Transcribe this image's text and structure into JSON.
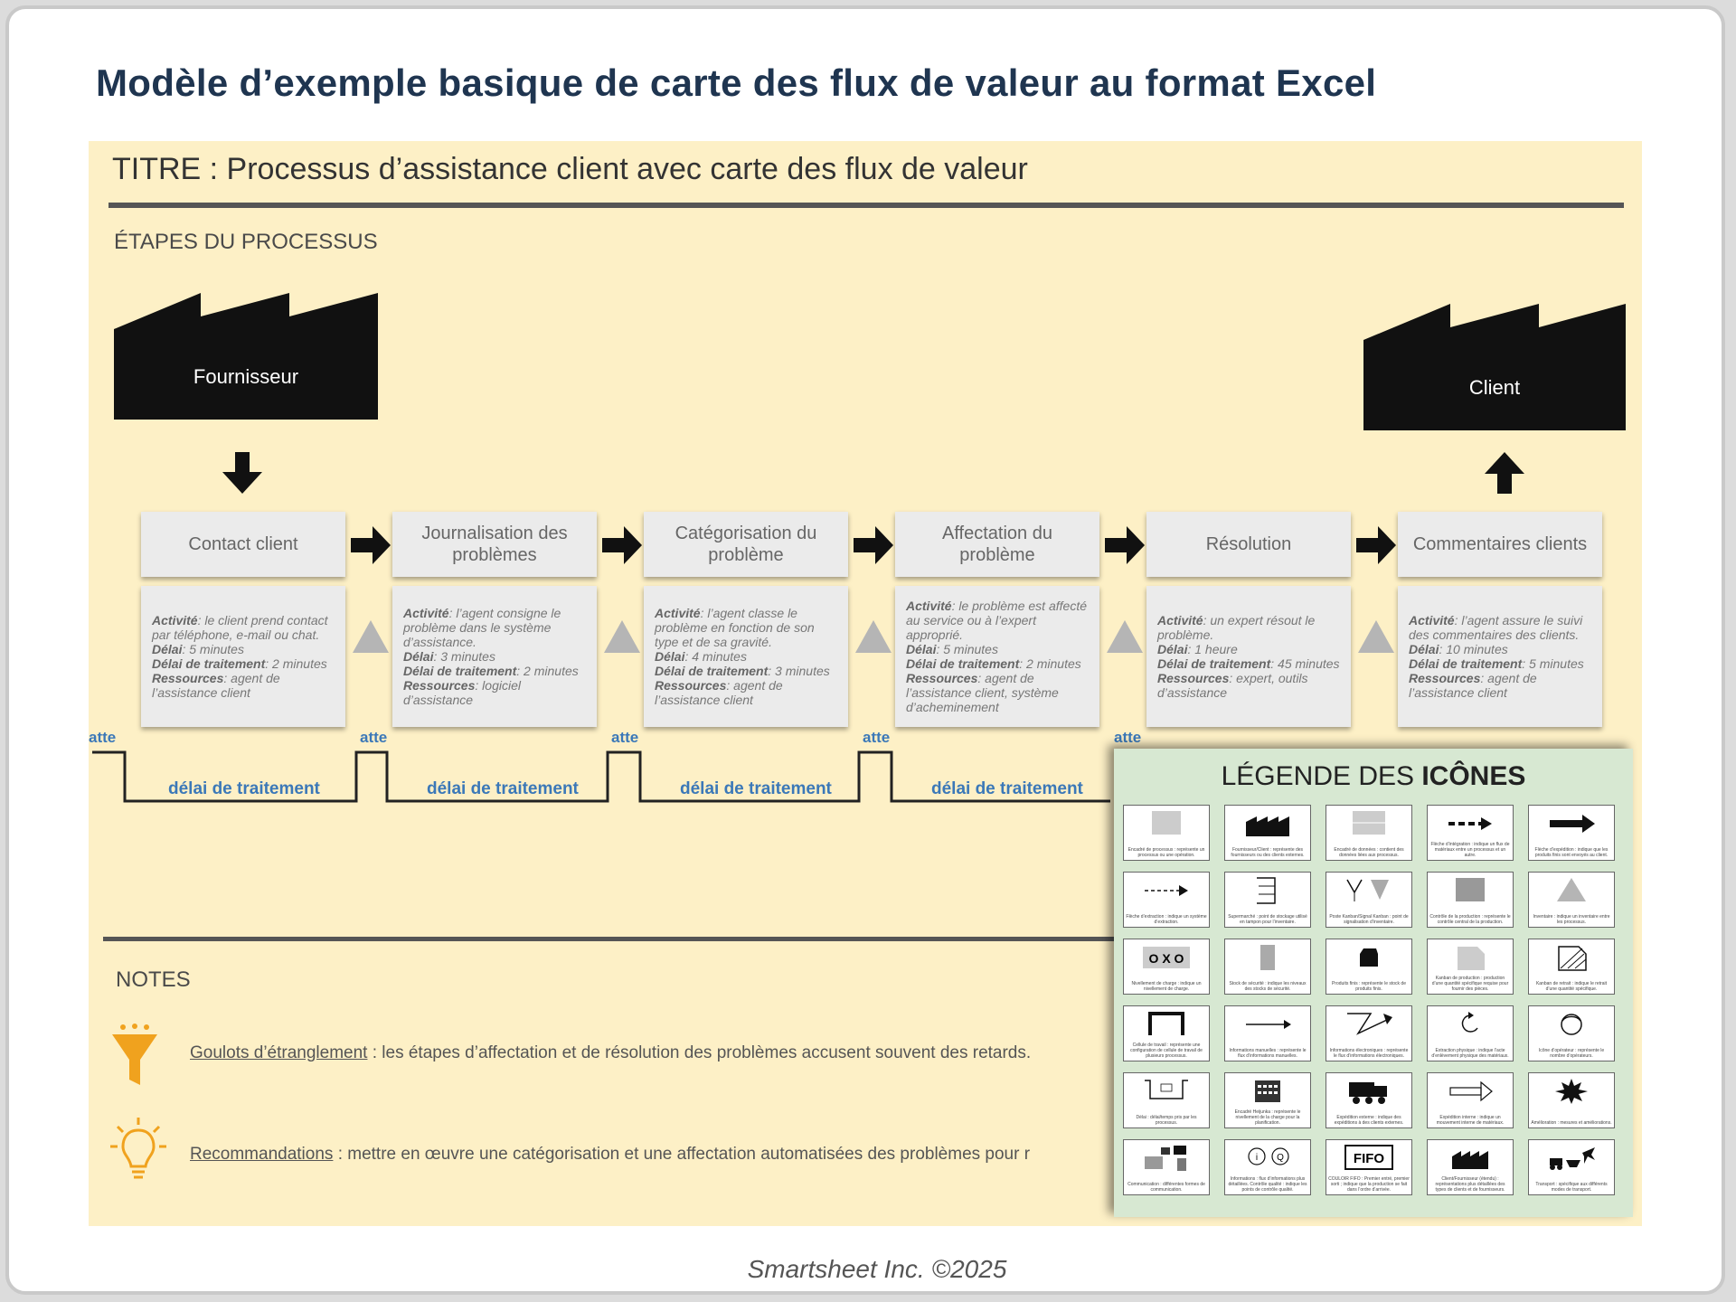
{
  "page_title": "Modèle d’exemple basique de carte des flux de valeur au format Excel",
  "panel_title": "TITRE : Processus d’assistance client avec carte des flux de valeur",
  "steps_label": "ÉTAPES DU PROCESSUS",
  "supplier": "Fournisseur",
  "customer": "Client",
  "processes": [
    {
      "name": "Contact client",
      "activity": ": le client prend contact par téléphone, e-mail ou chat.",
      "delay": ": 5 minutes",
      "processing": ": 2 minutes",
      "resources": ": agent de l’assistance client"
    },
    {
      "name": "Journalisation des problèmes",
      "activity": ": l’agent consigne le problème dans le système d’assistance.",
      "delay": ": 3 minutes",
      "processing": ": 2 minutes",
      "resources": ": logiciel d’assistance"
    },
    {
      "name": "Catégorisation du problème",
      "activity": ": l’agent classe le problème en fonction de son type et de sa gravité.",
      "delay": ": 4 minutes",
      "processing": ": 3 minutes",
      "resources": ": agent de l’assistance client"
    },
    {
      "name": "Affectation du problème",
      "activity": ": le problème est affecté au service ou à l’expert approprié.",
      "delay": ": 5 minutes",
      "processing": ": 2 minutes",
      "resources": ": agent de l’assistance client, système d’acheminement"
    },
    {
      "name": "Résolution",
      "activity": ": un expert résout le problème.",
      "delay": ": 1 heure",
      "processing": ": 45 minutes",
      "resources": ": expert, outils d’assistance"
    },
    {
      "name": "Commentaires clients",
      "activity": ": l’agent assure le suivi des commentaires des clients.",
      "delay": ": 10 minutes",
      "processing": ": 5 minutes",
      "resources": ": agent de l’assistance client"
    }
  ],
  "field_labels": {
    "activity": "Activité",
    "delay": "Délai",
    "processing": "Délai de traitement",
    "resources": "Ressources"
  },
  "timeline": {
    "wait_label": "atte",
    "processing_label": "délai de traitement"
  },
  "notes_label": "NOTES",
  "notes": [
    {
      "link": "Goulots d’étranglement",
      "text": " : les étapes d’affectation et de résolution des problèmes accusent souvent des retards."
    },
    {
      "link": "Recommandations",
      "text": " :  mettre en œuvre une catégorisation et une affectation automatisées des problèmes pour r"
    }
  ],
  "legend": {
    "title_plain": "LÉGENDE DES ",
    "title_bold": "ICÔNES",
    "items": [
      {
        "icon": "process-box-icon",
        "text": "Encadré de processus : représente un processus ou une opération."
      },
      {
        "icon": "factory-icon",
        "text": "Fournisseur/Client : représente des fournisseurs ou des clients externes."
      },
      {
        "icon": "data-box-icon",
        "text": "Encadré de données : contient des données liées aux processus."
      },
      {
        "icon": "push-arrow-icon",
        "text": "Flèche d’intégration : indique un flux de matériaux entre un processus et un autre."
      },
      {
        "icon": "shipment-arrow-icon",
        "text": "Flèche d’expédition : indique que les produits finis sont envoyés au client."
      },
      {
        "icon": "pull-arrow-icon",
        "text": "Flèche d’extraction : indique un système d’extraction."
      },
      {
        "icon": "supermarket-icon",
        "text": "Supermarché : point de stockage utilisé en tampon pour l’inventaire."
      },
      {
        "icon": "kanban-post-icon",
        "text": "Poste Kanban/Signal Kanban : point de signalisation d’inventaire."
      },
      {
        "icon": "production-control-icon",
        "text": "Contrôle de la production : représente le contrôle central de la production."
      },
      {
        "icon": "inventory-icon",
        "text": "Inventaire : indique un inventaire entre les processus."
      },
      {
        "icon": "load-leveling-icon",
        "text": "Nivellement de charge : indique un nivellement de charge."
      },
      {
        "icon": "safety-stock-icon",
        "text": "Stock de sécurité : indique les niveaux des stocks de sécurité."
      },
      {
        "icon": "finished-goods-icon",
        "text": "Produits finis : représente le stock de produits finis."
      },
      {
        "icon": "production-kanban-icon",
        "text": "Kanban de production : production d’une quantité spécifique requise pour fournir des pièces."
      },
      {
        "icon": "withdrawal-kanban-icon",
        "text": "Kanban de retrait : indique le retrait d’une quantité spécifique."
      },
      {
        "icon": "work-cell-icon",
        "text": "Cellule de travail : représente une configuration de cellule de travail de plusieurs processus."
      },
      {
        "icon": "manual-info-icon",
        "text": "Informations manuelles : représente le flux d’informations manuelles."
      },
      {
        "icon": "electronic-info-icon",
        "text": "Informations électroniques : représente le flux d’informations électroniques."
      },
      {
        "icon": "go-see-icon",
        "text": "Extraction physique : indique l’acte d’enlèvement physique des matériaux."
      },
      {
        "icon": "operator-icon",
        "text": "Icône d’opérateur : représente le nombre d’opérateurs."
      },
      {
        "icon": "timeline-icon",
        "text": "Délai : délai/temps pris par les processus."
      },
      {
        "icon": "heijunka-box-icon",
        "text": "Encadré Heijunka : représente le nivellement de la charge pour la planification."
      },
      {
        "icon": "external-shipment-icon",
        "text": "Expédition externe : indique des expéditions à des clients externes."
      },
      {
        "icon": "internal-shipment-icon",
        "text": "Expédition interne : indique un mouvement interne de matériaux."
      },
      {
        "icon": "kaizen-burst-icon",
        "text": "Amélioration : mesures et améliorations."
      },
      {
        "icon": "communication-icon",
        "text": "Communication : différentes formes de communication."
      },
      {
        "icon": "information-quality-icon",
        "text": "Informations : flux d’informations plus détaillées. Contrôle qualité : indique les points de contrôle qualité."
      },
      {
        "icon": "fifo-icon",
        "text": "COULOIR FIFO : Premier entré, premier sorti ; indique que la production se fait dans l’ordre d’arrivée."
      },
      {
        "icon": "customer-supplier-icon",
        "text": "Client/Fournisseur (étendu) : représentations plus détaillées des types de clients et de fournisseurs."
      },
      {
        "icon": "transport-icon",
        "text": "Transport : spécifique aux différents modes de transport."
      }
    ]
  },
  "footer": "Smartsheet Inc. ©2025"
}
